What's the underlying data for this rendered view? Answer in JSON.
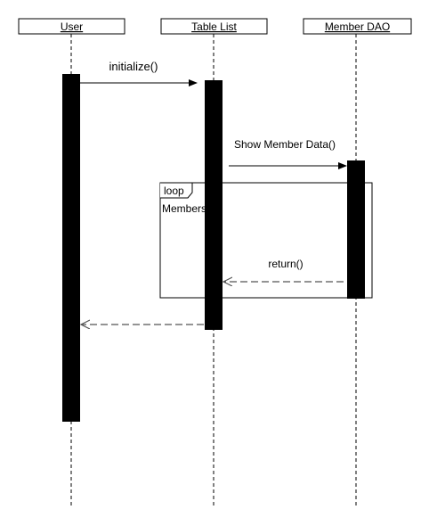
{
  "participants": {
    "user": "User",
    "table_list": "Table List",
    "member_dao": "Member DAO"
  },
  "messages": {
    "initialize": "initialize()",
    "show_member_data": "Show Member Data()",
    "return": "return()"
  },
  "fragment": {
    "operator": "loop",
    "guard": "Members"
  },
  "colors": {
    "line": "#000000",
    "activation": "#000000",
    "return_line": "#555555"
  }
}
